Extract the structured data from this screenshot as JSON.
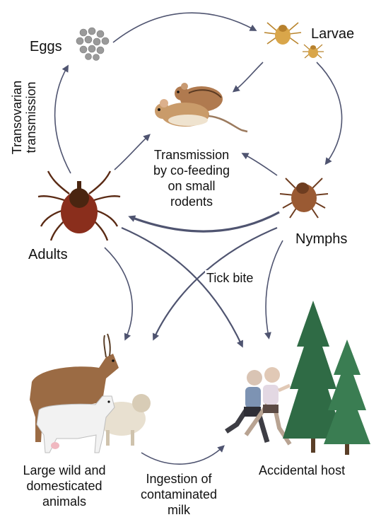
{
  "stages": {
    "eggs": "Eggs",
    "larvae": "Larvae",
    "nymphs": "Nymphs",
    "adults": "Adults"
  },
  "transovarian": {
    "line1": "Transovarian",
    "line2": "transmission"
  },
  "cofeeding": {
    "line1": "Transmission",
    "line2": "by co-feeding",
    "line3": "on small",
    "line4": "rodents"
  },
  "tick_bite": "Tick bite",
  "large_animals": {
    "line1": "Large wild and",
    "line2": "domesticated",
    "line3": "animals"
  },
  "ingestion": {
    "line1": "Ingestion of",
    "line2": "contaminated",
    "line3": "milk"
  },
  "accidental_host": "Accidental host",
  "colors": {
    "arrow": "#4f5470",
    "tick_body": "#8a2e1c",
    "tick_shield": "#4a2510",
    "larva": "#d9a64a",
    "nymph": "#9a5a33",
    "deer": "#9b6b44",
    "goat": "#f2f2f2",
    "sheep": "#e8e0d0",
    "tree": "#2f6b45",
    "runner": "#7d93b3"
  }
}
